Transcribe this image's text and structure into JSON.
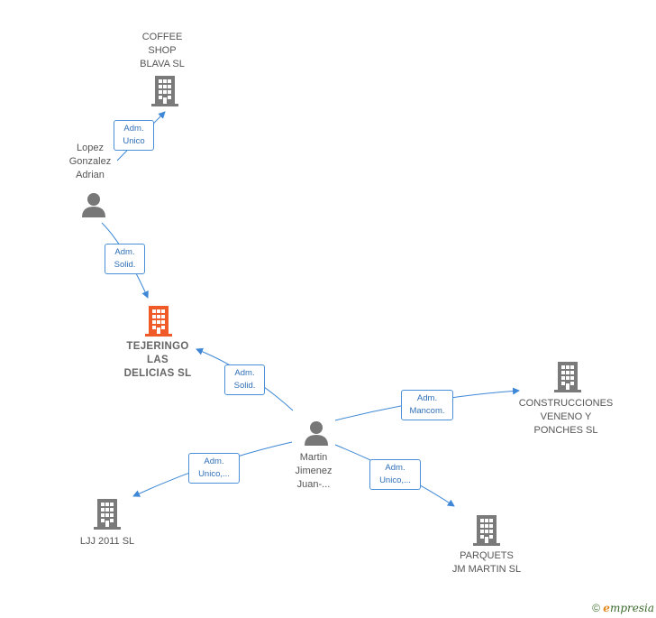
{
  "colors": {
    "edge": "#3d87d6",
    "company": "#7a7a7a",
    "company_main": "#f05a28",
    "person": "#777777"
  },
  "nodes": {
    "coffee": {
      "label": "COFFEE\nSHOP\nBLAVA  SL",
      "icon": "building-icon"
    },
    "lopez": {
      "label": "Lopez\nGonzalez\nAdrian",
      "icon": "person-icon"
    },
    "tejeringo": {
      "label": "TEJERINGO\nLAS\nDELICIAS  SL",
      "icon": "building-icon"
    },
    "martin": {
      "label": "Martin\nJimenez\nJuan-...",
      "icon": "person-icon"
    },
    "construcciones": {
      "label": "CONSTRUCCIONES\nVENENO Y\nPONCHES  SL",
      "icon": "building-icon"
    },
    "ljj": {
      "label": "LJJ 2011 SL",
      "icon": "building-icon"
    },
    "parquets": {
      "label": "PARQUETS\nJM MARTIN  SL",
      "icon": "building-icon"
    }
  },
  "edges": {
    "lopez_coffee": "Adm.\nUnico",
    "lopez_tejeringo": "Adm.\nSolid.",
    "martin_tejeringo": "Adm.\nSolid.",
    "martin_construcciones": "Adm.\nMancom.",
    "martin_ljj": "Adm.\nUnico,...",
    "martin_parquets": "Adm.\nUnico,..."
  },
  "footer": {
    "copyright": "©",
    "brand_e": "e",
    "brand_rest": "mpresia"
  }
}
